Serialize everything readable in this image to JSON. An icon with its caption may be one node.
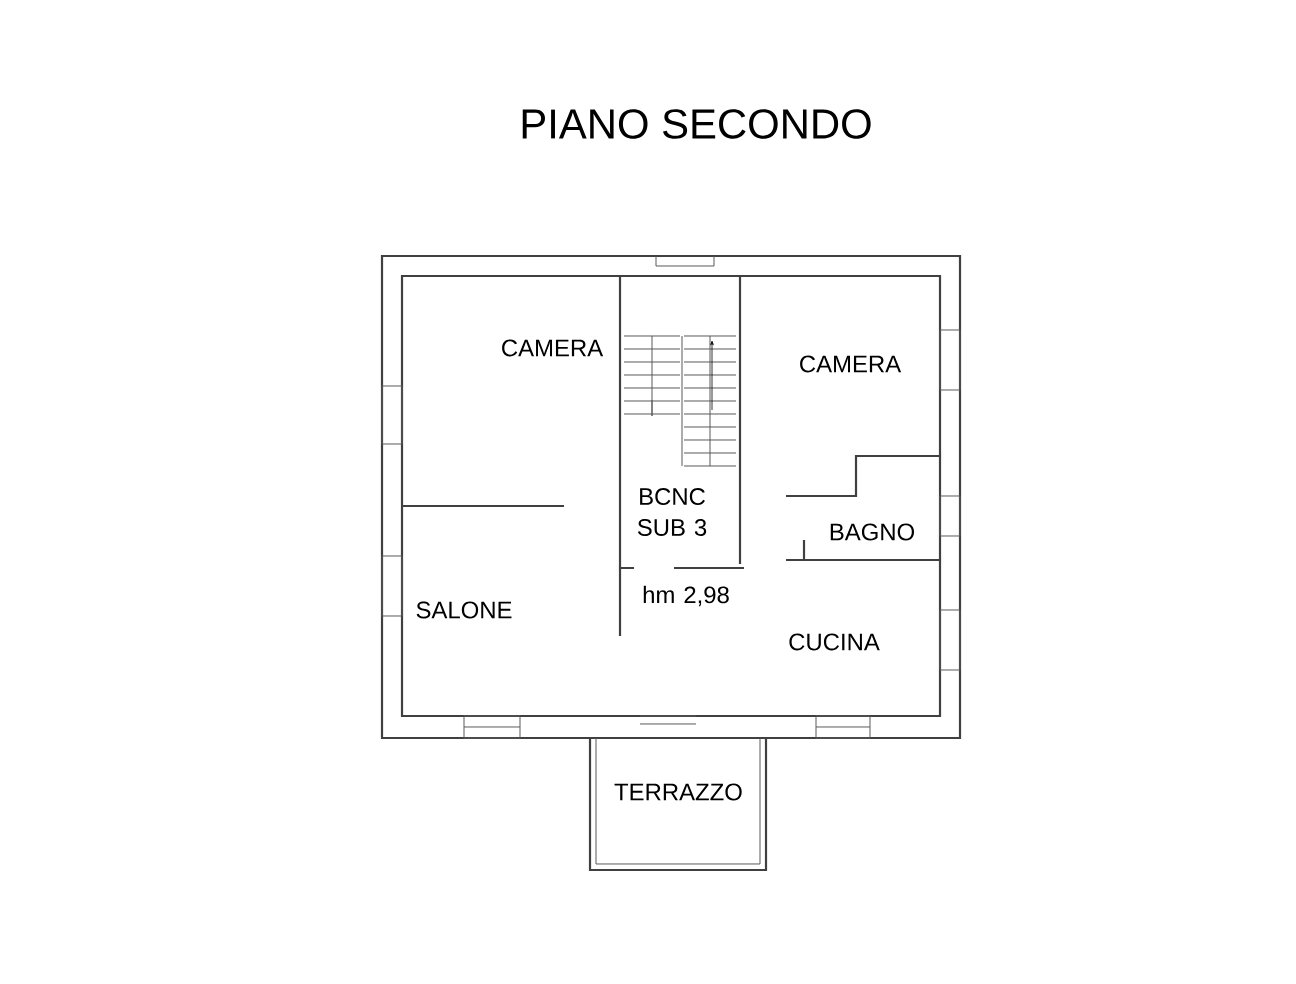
{
  "diagram": {
    "title": "PIANO SECONDO",
    "labels": [
      "CAMERA",
      "CAMERA",
      "BCNC SUB 3",
      "BAGNO",
      "hm 2,98",
      "SALONE",
      "CUCINA",
      "TERRAZZO"
    ]
  }
}
